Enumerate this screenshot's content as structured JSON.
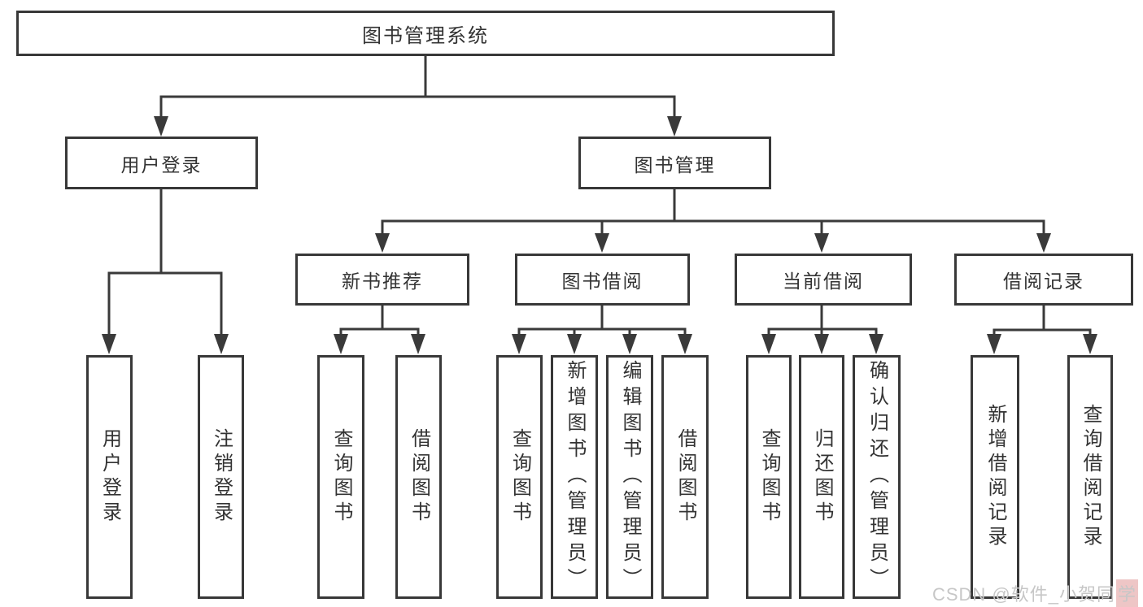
{
  "diagram_title": "图书管理系统",
  "tree": {
    "root": {
      "label": "图书管理系统",
      "children": [
        {
          "label": "用户登录",
          "children": [
            {
              "label": "用户登录"
            },
            {
              "label": "注销登录"
            }
          ]
        },
        {
          "label": "图书管理",
          "children": [
            {
              "label": "新书推荐",
              "children": [
                {
                  "label": "查询图书"
                },
                {
                  "label": "借阅图书"
                }
              ]
            },
            {
              "label": "图书借阅",
              "children": [
                {
                  "label": "查询图书"
                },
                {
                  "label": "新增图书（管理员）"
                },
                {
                  "label": "编辑图书（管理员）"
                },
                {
                  "label": "借阅图书"
                }
              ]
            },
            {
              "label": "当前借阅",
              "children": [
                {
                  "label": "查询图书"
                },
                {
                  "label": "归还图书"
                },
                {
                  "label": "确认归还（管理员）"
                }
              ]
            },
            {
              "label": "借阅记录",
              "children": [
                {
                  "label": "新增借阅记录"
                },
                {
                  "label": "查询借阅记录"
                }
              ]
            }
          ]
        }
      ]
    }
  },
  "watermark": {
    "text_main": "CSDN @软件_小贺同",
    "text_tail": "学"
  },
  "colors": {
    "line": "#3a3a3a",
    "box_border": "#383838",
    "text": "#333333",
    "background": "#ffffff",
    "watermark_text": "#c7c7c7",
    "watermark_highlight_bg": "#eec6c6"
  }
}
